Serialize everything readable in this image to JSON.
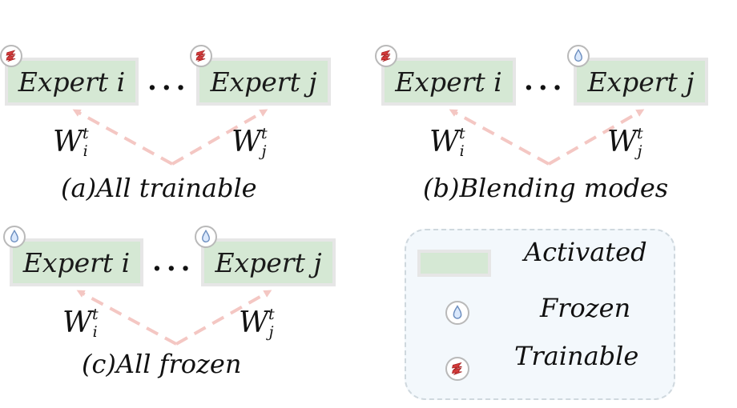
{
  "expert_i_label": "Expert i",
  "expert_j_label": "Expert j",
  "ellipsis": "...",
  "weight_symbol": "W",
  "weight_sub_i": "i",
  "weight_sub_j": "j",
  "weight_sup": "t",
  "panels": [
    {
      "caption": "(a)All trainable",
      "expert_i_state": "trainable",
      "expert_j_state": "trainable"
    },
    {
      "caption": "(b)Blending modes",
      "expert_i_state": "trainable",
      "expert_j_state": "frozen"
    },
    {
      "caption": "(c)All frozen",
      "expert_i_state": "frozen",
      "expert_j_state": "frozen"
    }
  ],
  "legend": {
    "activated_label": "Activated",
    "frozen_label": "Frozen",
    "trainable_label": "Trainable"
  },
  "colors": {
    "activated_fill": "#d5e8d4",
    "arrow": "#f4c7c3",
    "frozen_icon": "#6c8ebf",
    "trainable_icon": "#d33a3a",
    "legend_bg": "#f3f8fc"
  },
  "icons": {
    "frozen": "water-drop-icon",
    "trainable": "flame-icon"
  }
}
